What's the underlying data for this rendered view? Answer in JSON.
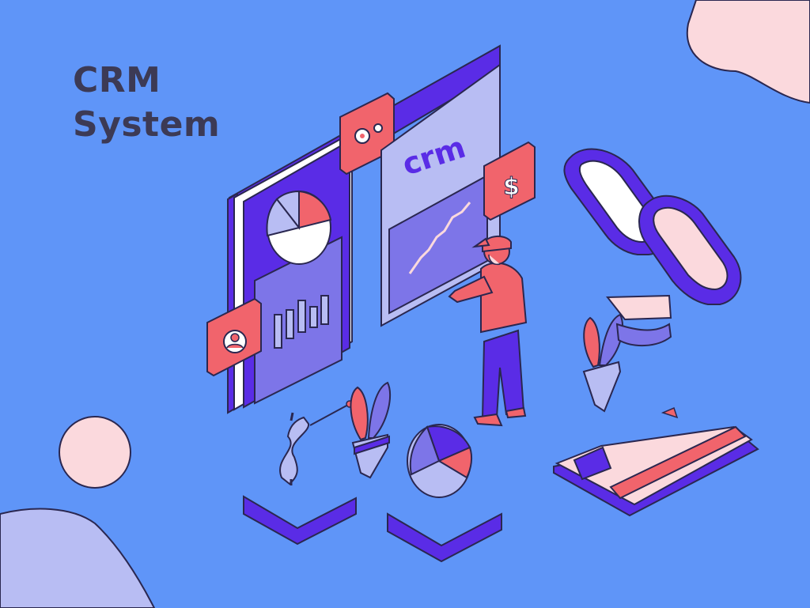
{
  "title": {
    "line1": "CRM",
    "line2": "System"
  },
  "screen_label": "crm",
  "badges": {
    "dollar": "$"
  },
  "colors": {
    "background": "#5f95f8",
    "purple": "#5a2ce6",
    "lavender": "#b8bdf3",
    "mid_purple": "#7d75e8",
    "coral": "#f1646c",
    "pink": "#fbd9dd",
    "outline": "#2a2750"
  },
  "icons": [
    "gear-icon",
    "dollar-icon",
    "user-icon",
    "pie-chart-icon",
    "bar-chart-icon",
    "line-chart-icon",
    "link-chain-icon",
    "plant-icon",
    "credit-card-icon",
    "dollar-sign-icon"
  ]
}
